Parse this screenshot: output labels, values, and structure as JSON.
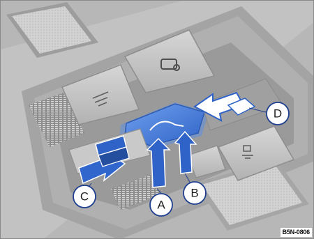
{
  "callouts": [
    {
      "id": "A",
      "label": "A"
    },
    {
      "id": "B",
      "label": "B"
    },
    {
      "id": "C",
      "label": "C"
    },
    {
      "id": "D",
      "label": "D"
    }
  ],
  "image_code": "B5N-0806",
  "buttons": {
    "upper_left_icon": "windshield-icon",
    "upper_right_icon": "car-door-lock-icon",
    "center_blue_icon": "sunroof-icon",
    "lower_right_icon": "interior-light-icon"
  },
  "colors": {
    "panel_gray": "#a9a9a9",
    "button_gray": "#c6c6c6",
    "highlight_blue": "#4a7fd8",
    "arrow_blue": "#2f63c7",
    "callout_fill": "#ffffff",
    "callout_stroke": "#1f3f8f"
  }
}
